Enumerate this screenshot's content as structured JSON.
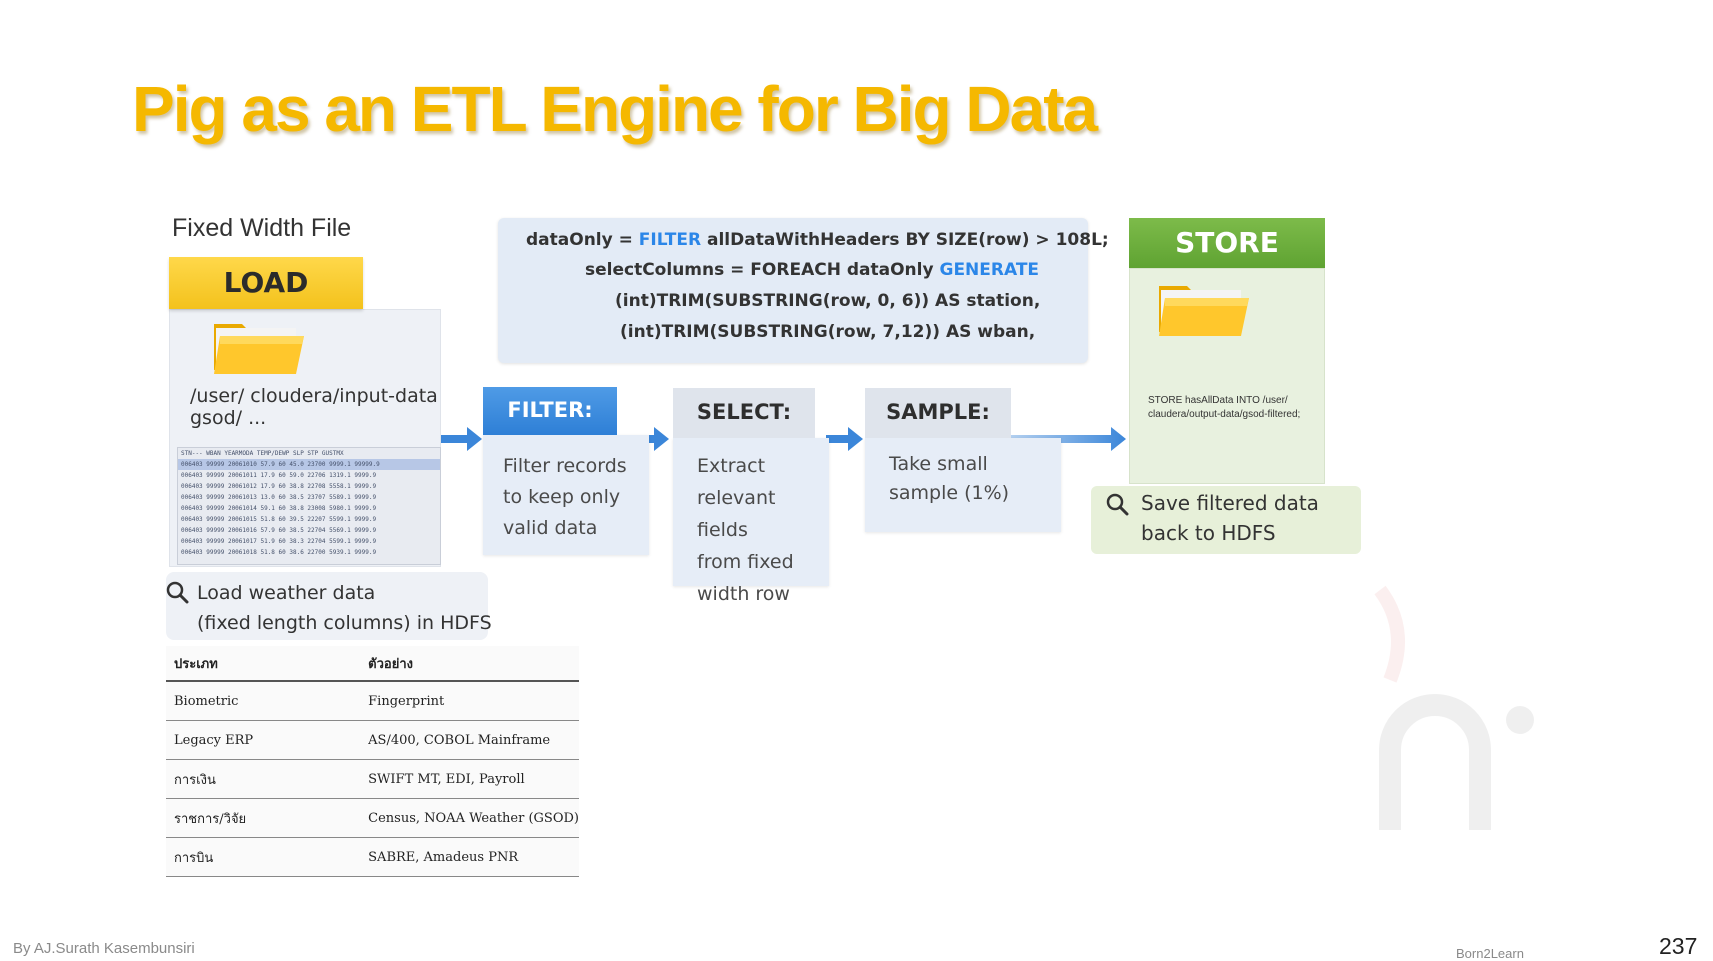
{
  "slide": {
    "title": "Pig as an ETL Engine for Big Data",
    "page_number": "237",
    "footer_author": "By AJ.Surath Kasembunsiri",
    "footer_brand": "Born2Learn"
  },
  "load": {
    "section_label": "Fixed Width File",
    "header": "LOAD",
    "path_line1": "/user/ cloudera/input-data",
    "path_line2": "gsod/ ...",
    "caption_line1": "Load weather data",
    "caption_line2": "(fixed length columns) in HDFS",
    "icons": [
      "folder-icon",
      "search-icon"
    ],
    "preview_rows": [
      "STN---  WBAN   YEARMODA  TEMP/DEWP  SLP   STP  GUSTMX",
      "006403  99999  20061010  57.9 60 45.0  23700  9999.1  99999.9",
      "006403  99999  20061011  17.9 60 59.0  22706  1319.1  9999.9",
      "006403  99999  20061012  17.9 60 38.8  22708  5558.1  9999.9",
      "006403  99999  20061013  13.0 60 38.5  23707  5589.1  9999.9",
      "006403  99999  20061014  59.1 60 38.8  23008  5980.1  9999.9",
      "006403  99999  20061015  51.8 60 39.5  22207  5599.1  9999.9",
      "006403  99999  20061016  57.9 60 38.5  22704  5569.1  9999.9",
      "006403  99999  20061017  51.9 60 38.3  22704  5599.1  9999.9",
      "006403  99999  20061018  51.8 60 38.6  22700  5939.1  9999.9"
    ]
  },
  "code": {
    "line1_a": "dataOnly = ",
    "line1_kw": "FILTER",
    "line1_b": " allDataWithHeaders BY SIZE(row) > 108L;",
    "line2_a": "selectColumns = FOREACH dataOnly ",
    "line2_kw": "GENERATE",
    "line3": "(int)TRIM(SUBSTRING(row, 0, 6)) AS station,",
    "line4": "(int)TRIM(SUBSTRING(row, 7,12)) AS wban,",
    "keyword_color": "#2b86e8"
  },
  "steps": {
    "filter": {
      "header": "FILTER:",
      "lines": [
        "Filter records",
        "to keep only",
        "valid data"
      ]
    },
    "select": {
      "header": "SELECT:",
      "lines": [
        "Extract",
        "relevant fields",
        "from fixed",
        "width row"
      ]
    },
    "sample": {
      "header": "SAMPLE:",
      "lines": [
        "Take small",
        "sample (1%)"
      ]
    }
  },
  "store": {
    "header": "STORE",
    "command_line1": "STORE hasAllData INTO  /user/",
    "command_line2": "claudera/output-data/gsod-filtered;",
    "caption_line1": "Save filtered data",
    "caption_line2": "back to HDFS",
    "icons": [
      "folder-icon",
      "search-icon"
    ]
  },
  "table": {
    "headers": [
      "ประเภท",
      "ตัวอย่าง"
    ],
    "rows": [
      [
        "Biometric",
        "Fingerprint"
      ],
      [
        "Legacy ERP",
        "AS/400, COBOL Mainframe"
      ],
      [
        "การเงิน",
        "SWIFT MT, EDI, Payroll"
      ],
      [
        "ราชการ/วิจัย",
        "Census, NOAA Weather (GSOD)"
      ],
      [
        "การบิน",
        "SABRE, Amadeus PNR"
      ]
    ]
  },
  "colors": {
    "title": "#f5b800",
    "load": "#f3c21c",
    "filter": "#2e7fd6",
    "store": "#5fa332",
    "arrow": "#3b86d9"
  }
}
